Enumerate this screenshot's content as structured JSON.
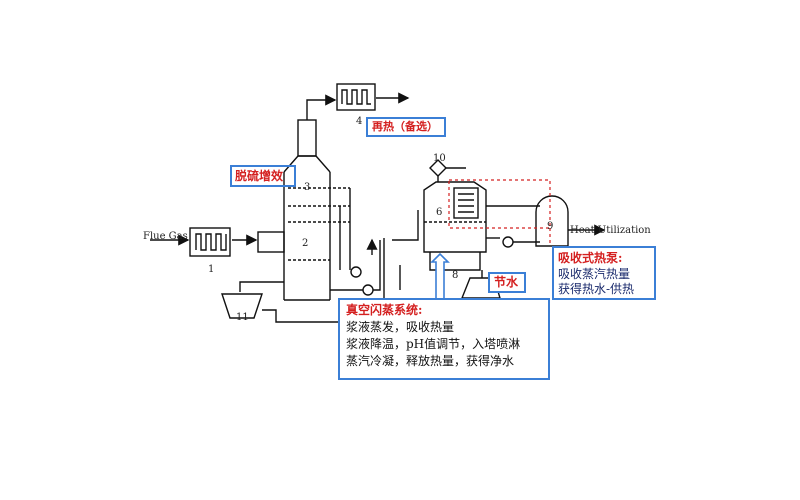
{
  "labels": {
    "flue_gas": "Flue Gas",
    "heat_utilization": "Heat Utilization"
  },
  "numbers": [
    "1",
    "2",
    "3",
    "4",
    "6",
    "8",
    "9",
    "10",
    "11"
  ],
  "callouts": {
    "reheat": "再热（备选）",
    "desulfur": "脱硫增效",
    "water_saving": "节水",
    "absorption": {
      "title": "吸收式热泵:",
      "lines": [
        "吸收蒸汽热量",
        "获得热水-供热"
      ]
    },
    "vacuum": {
      "title": "真空闪蒸系统:",
      "lines": [
        "浆液蒸发，吸收热量",
        "浆液降温，pH值调节，入塔喷淋",
        "蒸汽冷凝，释放热量，获得净水"
      ]
    }
  },
  "colors": {
    "callout_border": "#3b7fd6",
    "highlight_text": "#d42020",
    "dashed_box": "#d42020",
    "line": "#111111"
  },
  "icons": [
    "heat-exchanger-icon",
    "pump-icon",
    "valve-icon",
    "tank-icon"
  ]
}
